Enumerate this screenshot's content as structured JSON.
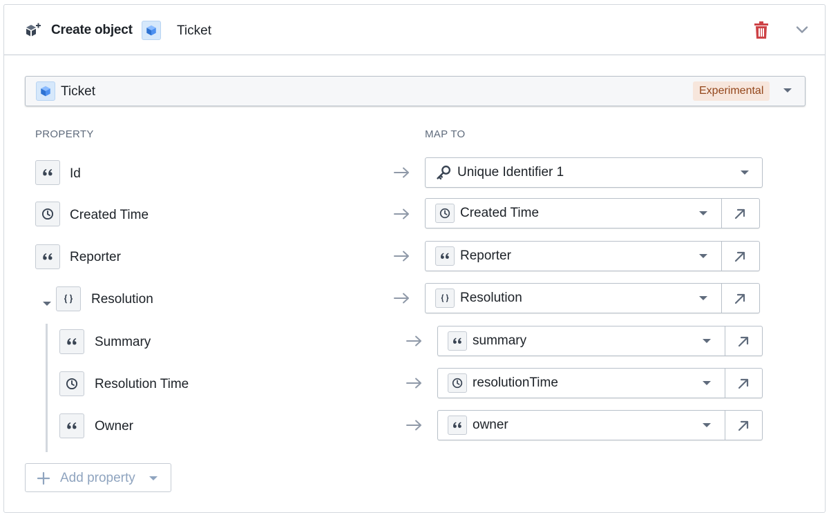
{
  "header": {
    "title": "Create object",
    "object_type": "Ticket",
    "icons": [
      "cube-add-icon",
      "cube-icon",
      "trash-icon",
      "chevron-down-icon"
    ]
  },
  "selector": {
    "object_type": "Ticket",
    "tag": "Experimental"
  },
  "columns": {
    "property": "PROPERTY",
    "map_to": "MAP TO"
  },
  "properties": [
    {
      "label": "Id",
      "icon": "quote-icon",
      "map_to": "Unique Identifier 1",
      "map_icon": "key-icon"
    },
    {
      "label": "Created Time",
      "icon": "clock-icon",
      "map_to": "Created Time",
      "map_icon": "clock-icon"
    },
    {
      "label": "Reporter",
      "icon": "quote-icon",
      "map_to": "Reporter",
      "map_icon": "quote-icon"
    },
    {
      "label": "Resolution",
      "icon": "braces-icon",
      "map_to": "Resolution",
      "map_icon": "braces-icon"
    },
    {
      "label": "Summary",
      "icon": "quote-icon",
      "map_to": "summary",
      "map_icon": "quote-icon"
    },
    {
      "label": "Resolution Time",
      "icon": "clock-icon",
      "map_to": "resolutionTime",
      "map_icon": "clock-icon"
    },
    {
      "label": "Owner",
      "icon": "quote-icon",
      "map_to": "owner",
      "map_icon": "quote-icon"
    }
  ],
  "add_property": {
    "label": "Add property"
  },
  "colors": {
    "accent_blue": "#2d72d2",
    "danger": "#cd4246",
    "tag_bg": "#f7e6dc",
    "tag_text": "#93461b",
    "muted_text": "#5f6b7c"
  }
}
